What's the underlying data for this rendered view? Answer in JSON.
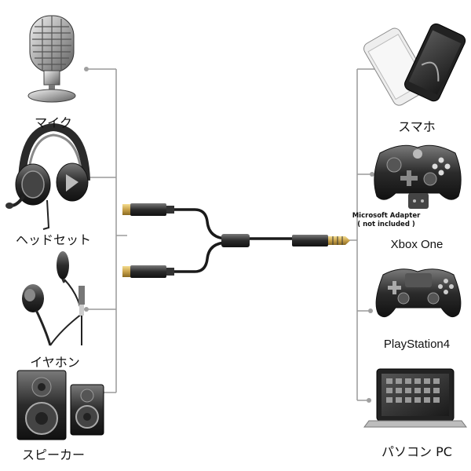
{
  "left_devices": [
    {
      "label": "マイク",
      "icon": "microphone-icon"
    },
    {
      "label": "ヘッドセット",
      "icon": "gaming-headset-icon"
    },
    {
      "label": "イヤホン",
      "icon": "earphones-icon"
    },
    {
      "label": "スピーカー",
      "icon": "speaker-icon"
    }
  ],
  "right_devices": [
    {
      "label": "スマホ",
      "icon": "smartphone-icon"
    },
    {
      "label": "Xbox One",
      "icon": "xbox-controller-icon",
      "note_line1": "Microsoft Adapter",
      "note_line2": "( not included )"
    },
    {
      "label": "PlayStation4",
      "icon": "ps4-controller-icon"
    },
    {
      "label": "パソコン PC",
      "icon": "laptop-icon"
    }
  ],
  "colors": {
    "connector_line": "#9a9a9a",
    "node_dot": "#a0a0a0",
    "cable": "#1a1a1a",
    "gold": "#c9a24a"
  }
}
